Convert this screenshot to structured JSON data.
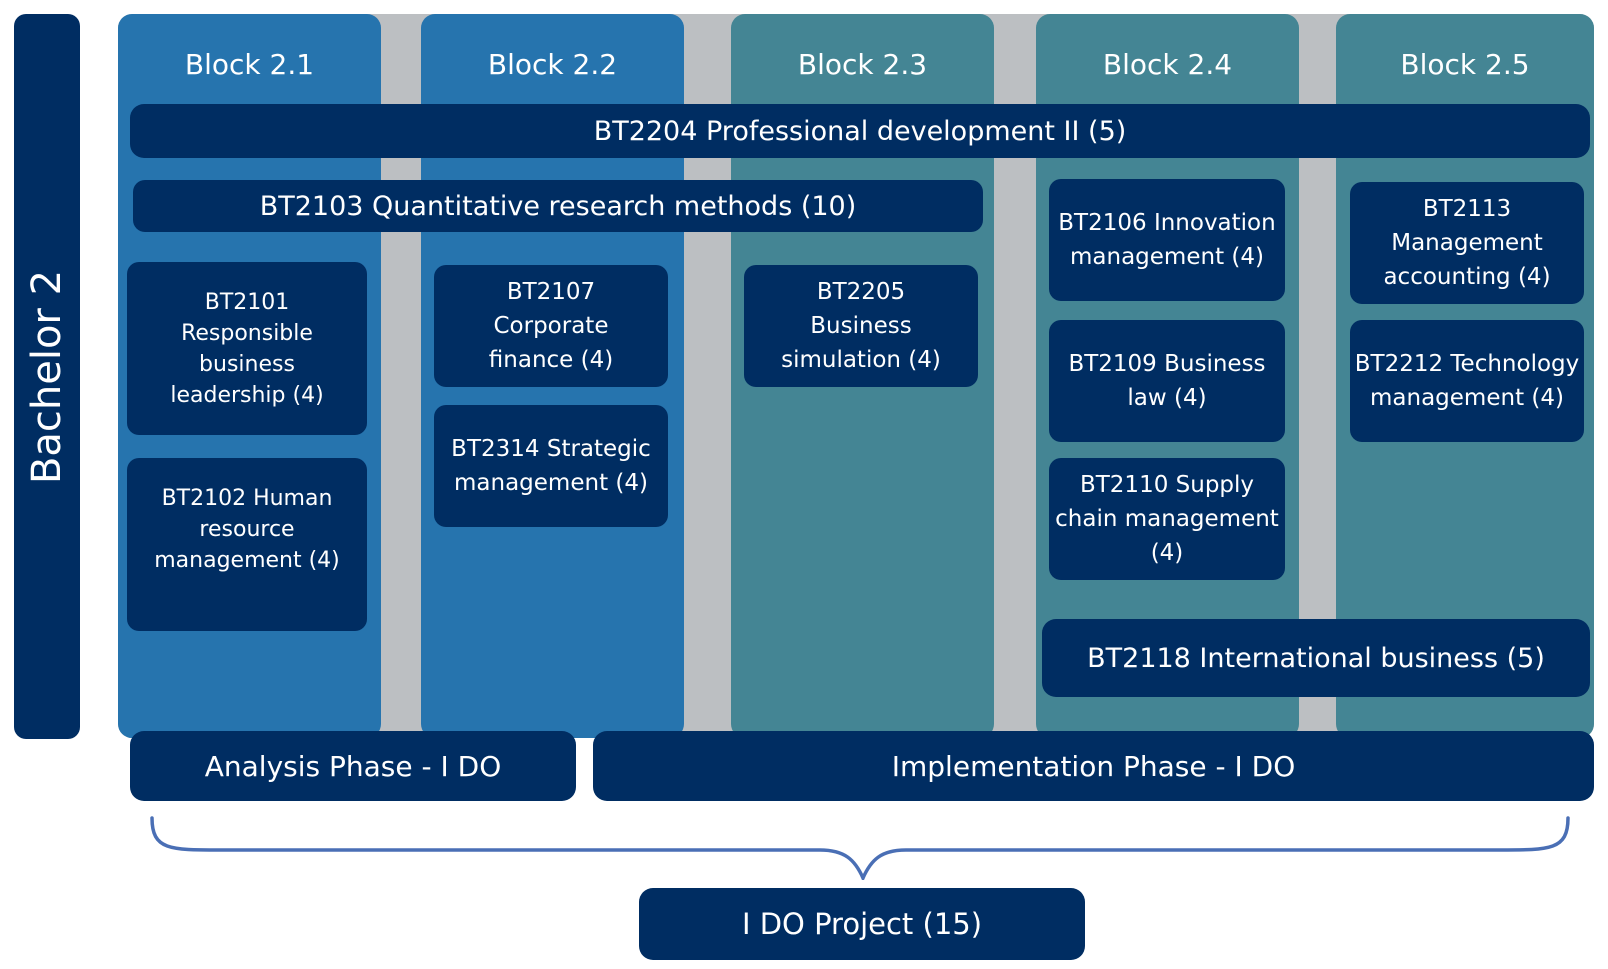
{
  "year_label": "Bachelor 2",
  "colors": {
    "navy": "#002d62",
    "block_blue": "#2674ae",
    "block_teal": "#448594",
    "gap_gray": "#bcbfc2",
    "brace": "#4a6fb5"
  },
  "blocks": [
    {
      "label": "Block 2.1"
    },
    {
      "label": "Block 2.2"
    },
    {
      "label": "Block 2.3"
    },
    {
      "label": "Block 2.4"
    },
    {
      "label": "Block 2.5"
    }
  ],
  "spanning_courses": {
    "professional_development": "BT2204 Professional development II (5)",
    "quantitative_research": "BT2103 Quantitative research methods (10)",
    "international_business": "BT2118 International business (5)"
  },
  "courses": {
    "bt2101": "BT2101 Responsible business leadership (4)",
    "bt2102": "BT2102 Human resource management (4)",
    "bt2107": "BT2107 Corporate finance (4)",
    "bt2314": "BT2314 Strategic management (4)",
    "bt2205": "BT2205 Business simulation (4)",
    "bt2106": "BT2106 Innovation management (4)",
    "bt2109": "BT2109 Business law (4)",
    "bt2110": "BT2110 Supply chain management (4)",
    "bt2113": "BT2113 Management accounting (4)",
    "bt2212": "BT2212 Technology management (4)"
  },
  "phases": {
    "analysis": "Analysis Phase - I DO",
    "implementation": "Implementation Phase - I DO"
  },
  "project": "I DO Project (15)"
}
